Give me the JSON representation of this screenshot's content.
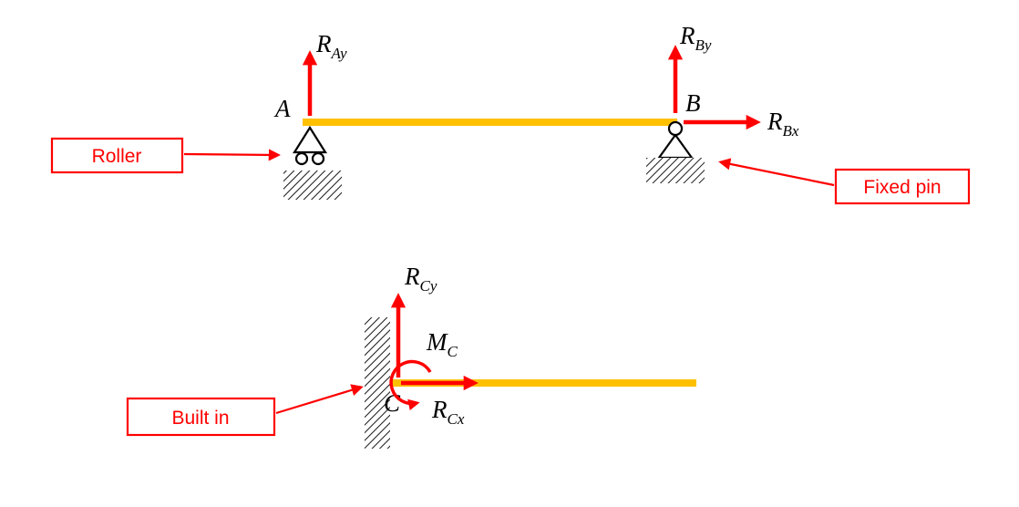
{
  "colors": {
    "beam": "#FFC000",
    "arrow": "#FF0000",
    "callout": "#FF0000",
    "label_text": "#000000"
  },
  "beam_ab": {
    "label_a": "A",
    "label_b": "B",
    "reaction_ay": {
      "symbol": "R",
      "subscript": "Ay"
    },
    "reaction_by": {
      "symbol": "R",
      "subscript": "By"
    },
    "reaction_bx": {
      "symbol": "R",
      "subscript": "Bx"
    },
    "roller_callout": "Roller",
    "fixed_pin_callout": "Fixed pin"
  },
  "beam_c": {
    "label_c": "C",
    "reaction_cy": {
      "symbol": "R",
      "subscript": "Cy"
    },
    "reaction_cx": {
      "symbol": "R",
      "subscript": "Cx"
    },
    "moment_c": {
      "symbol": "M",
      "subscript": "C"
    },
    "built_in_callout": "Built in"
  }
}
